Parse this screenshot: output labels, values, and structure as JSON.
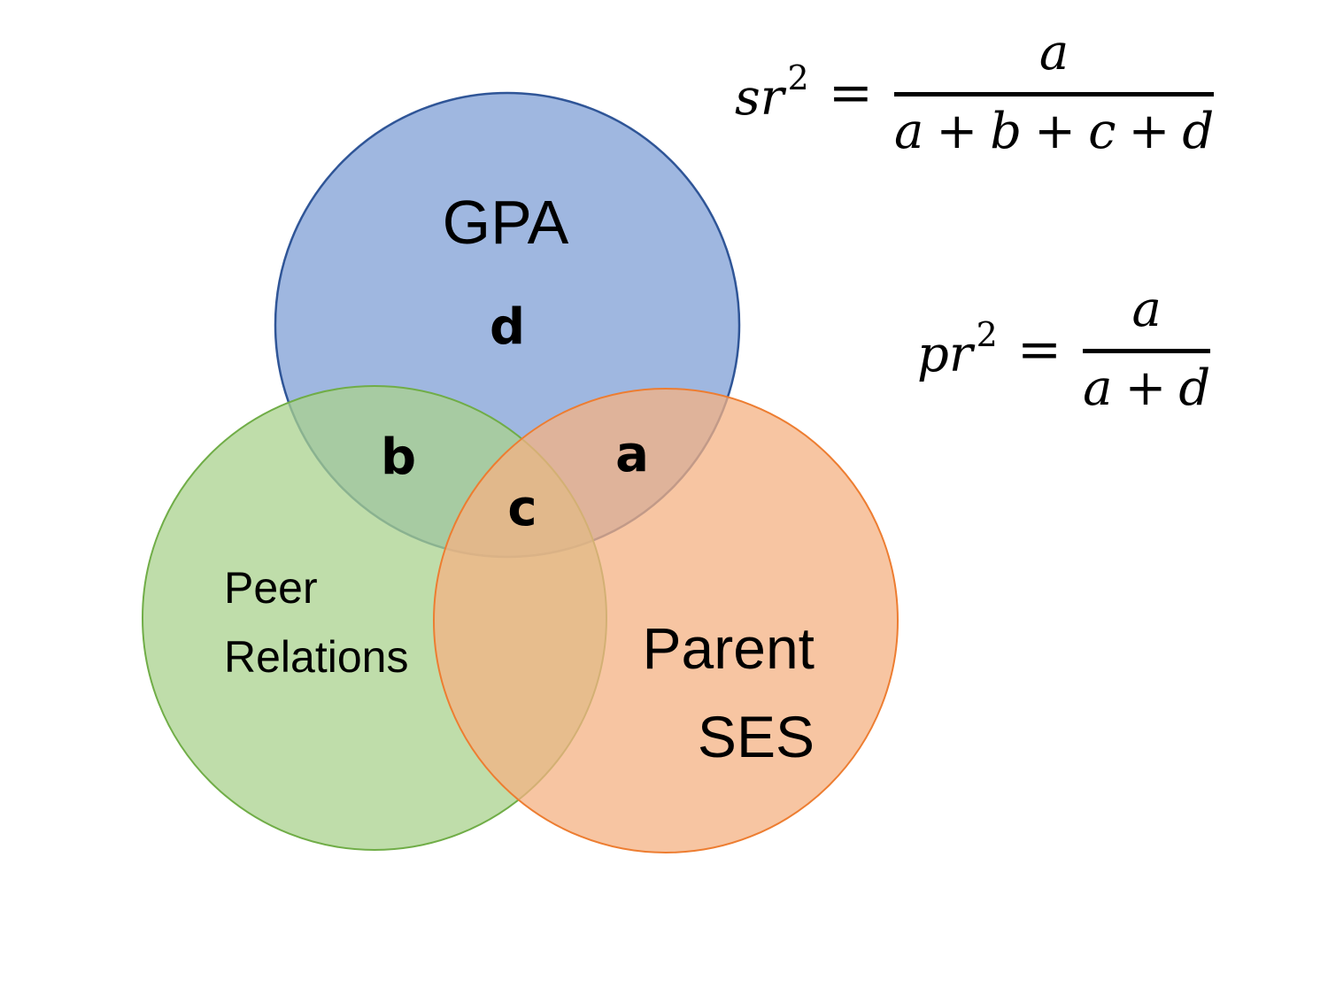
{
  "diagram": {
    "type": "venn",
    "circles": [
      {
        "id": "gpa",
        "label_lines": [
          "GPA"
        ],
        "fill": "#8EAADB",
        "stroke": "#2F5597"
      },
      {
        "id": "peer",
        "label_lines": [
          "Peer",
          "Relations"
        ],
        "fill": "#A9D18E",
        "stroke": "#70AD47"
      },
      {
        "id": "ses",
        "label_lines": [
          "Parent",
          "SES"
        ],
        "fill": "#F4B183",
        "stroke": "#ED7D31"
      }
    ],
    "regions": {
      "d": "d",
      "b": "b",
      "a": "a",
      "c": "c"
    }
  },
  "formulas": {
    "sr2": {
      "lhs_base": "sr",
      "lhs_exp": "2",
      "equals": "=",
      "numerator": "a",
      "denominator": [
        "a",
        "+",
        "b",
        "+",
        "c",
        "+",
        "d"
      ]
    },
    "pr2": {
      "lhs_base": "pr",
      "lhs_exp": "2",
      "equals": "=",
      "numerator": "a",
      "denominator": [
        "a",
        "+",
        "d"
      ]
    }
  }
}
